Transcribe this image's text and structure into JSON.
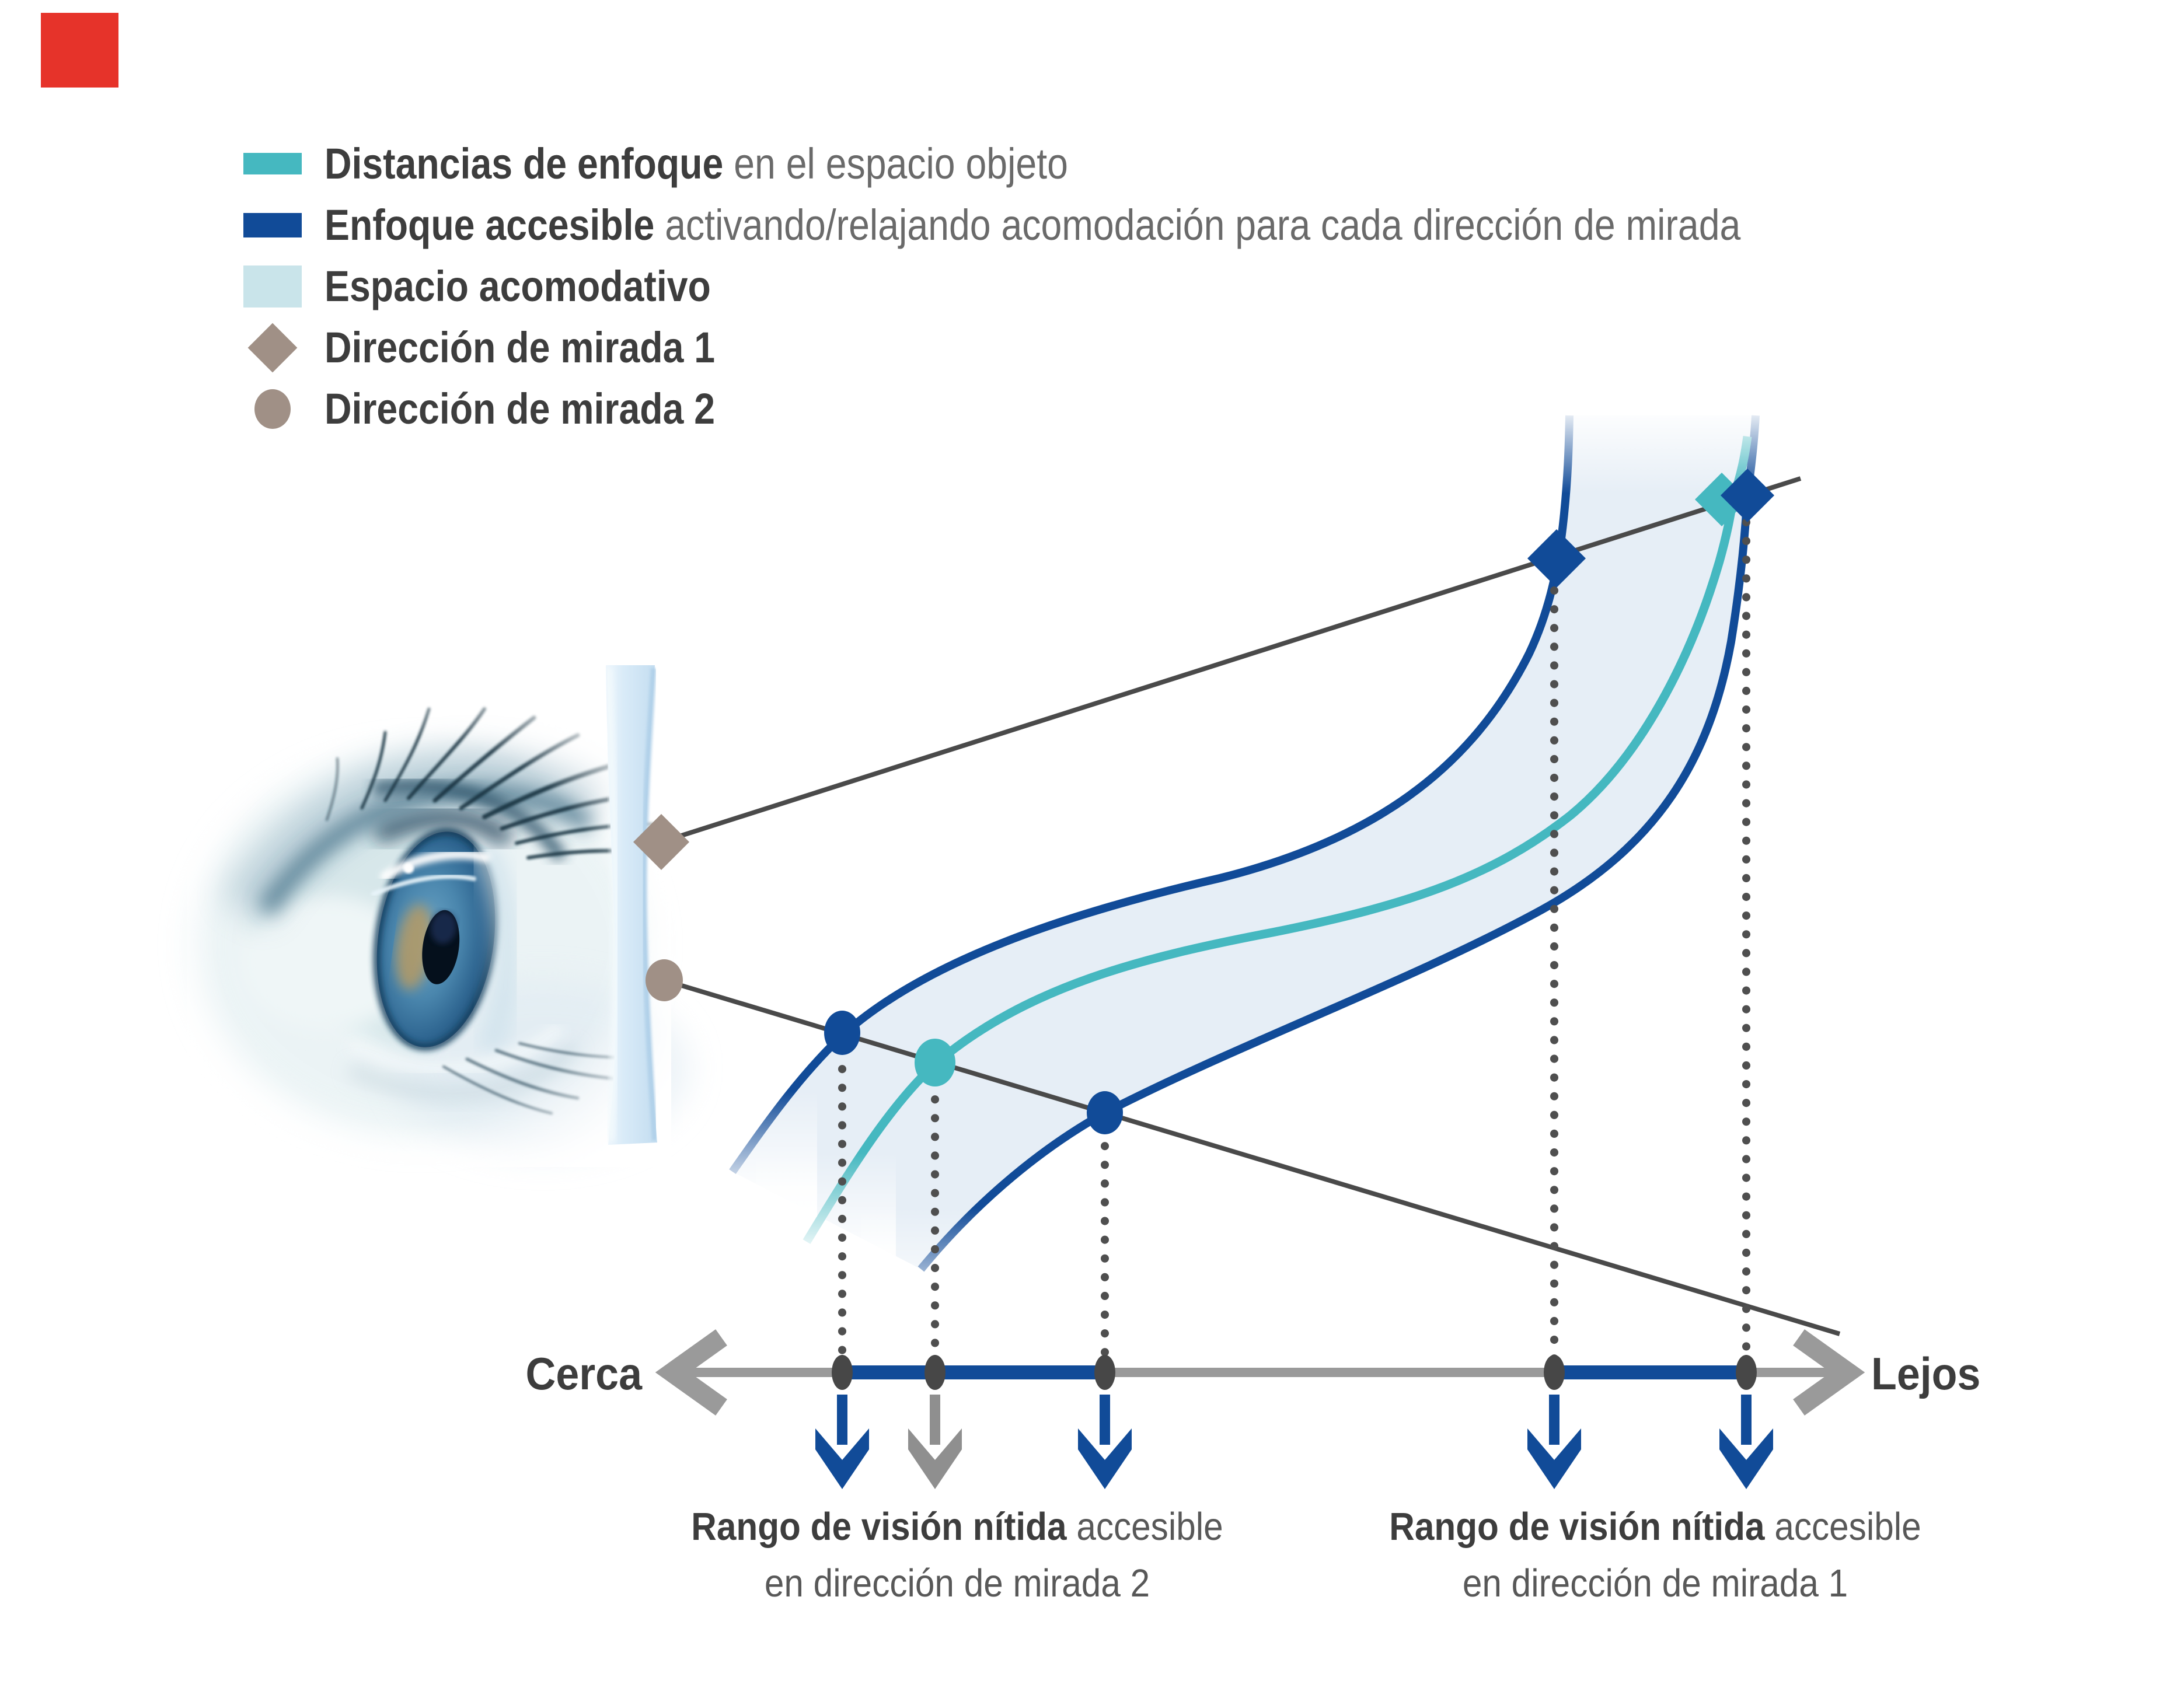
{
  "corner_marker": {
    "color": "#e6332a"
  },
  "legend": {
    "items": [
      {
        "id": "focus-distances",
        "swatch": "teal-bar",
        "bold": "Distancias de enfoque",
        "rest": "en el espacio objeto"
      },
      {
        "id": "accessible-focus",
        "swatch": "dark-blue-bar",
        "bold": "Enfoque accesible",
        "rest": "activando/relajando acomodación para cada dirección de mirada"
      },
      {
        "id": "accommodative-space",
        "swatch": "light-blue-square",
        "bold": "Espacio acomodativo",
        "rest": ""
      },
      {
        "id": "gaze-direction-1",
        "swatch": "taupe-diamond",
        "bold": "Dirección de mirada 1",
        "rest": ""
      },
      {
        "id": "gaze-direction-2",
        "swatch": "taupe-circle",
        "bold": "Dirección de mirada 2",
        "rest": ""
      }
    ]
  },
  "axis": {
    "near_label": "Cerca",
    "far_label": "Lejos"
  },
  "captions": {
    "range2": {
      "bold": "Rango de visión nítida",
      "rest": "accesible",
      "line2": "en dirección de mirada 2"
    },
    "range1": {
      "bold": "Rango de visión nítida",
      "rest": "accesible",
      "line2": "en dirección de mirada 1"
    }
  },
  "colors": {
    "teal": "#45b8c0",
    "dark_blue": "#114b98",
    "legend_light_blue": "#c9e4ea",
    "band_fill": "#e6eef6",
    "taupe": "#a09086",
    "gaze_line_gray": "#4a4a4a",
    "axis_gray": "#9a9a9a",
    "dot_gray": "#474747",
    "text_dark": "#3d3d3d",
    "text_gray": "#6a6a6a"
  }
}
